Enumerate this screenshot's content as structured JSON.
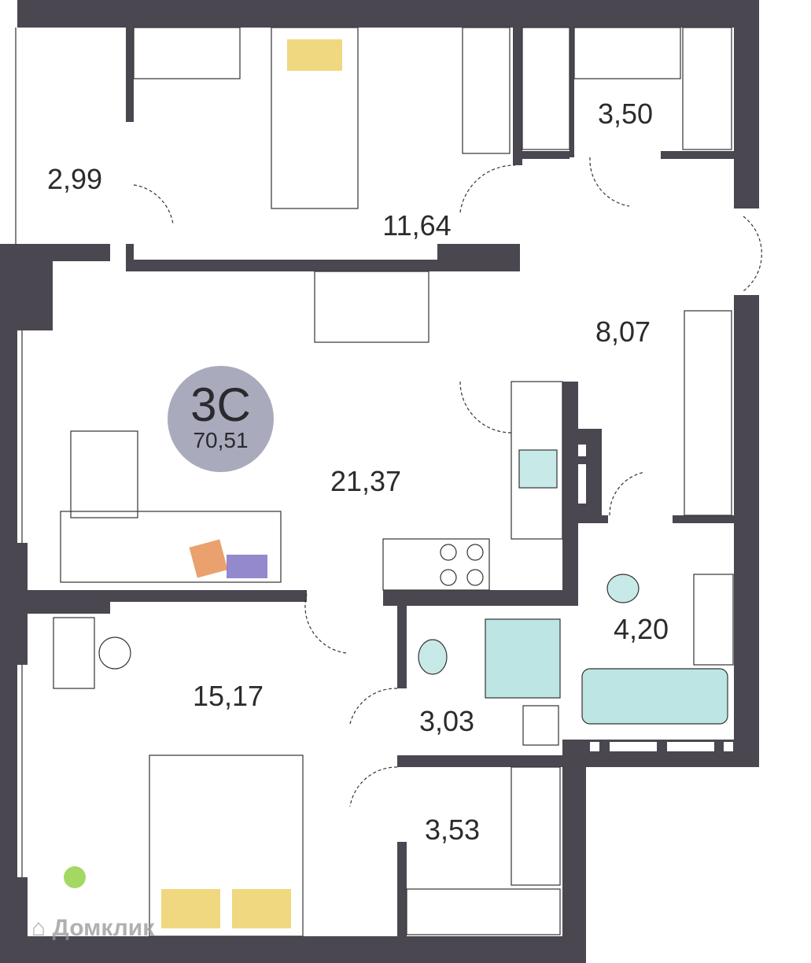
{
  "apartment": {
    "type": "3С",
    "total_area": "70,51",
    "badge_color": "#a9abbd",
    "wall_color": "#4a4750"
  },
  "rooms": [
    {
      "name": "balcony",
      "area": "2,99"
    },
    {
      "name": "bedroom-small",
      "area": "11,64"
    },
    {
      "name": "wardrobe-top",
      "area": "3,50"
    },
    {
      "name": "hallway",
      "area": "8,07"
    },
    {
      "name": "living-kitchen",
      "area": "21,37"
    },
    {
      "name": "bathroom",
      "area": "4,20"
    },
    {
      "name": "bedroom-master",
      "area": "15,17"
    },
    {
      "name": "toilet",
      "area": "3,03"
    },
    {
      "name": "wardrobe-bottom",
      "area": "3,53"
    }
  ],
  "watermark": "Домклик"
}
